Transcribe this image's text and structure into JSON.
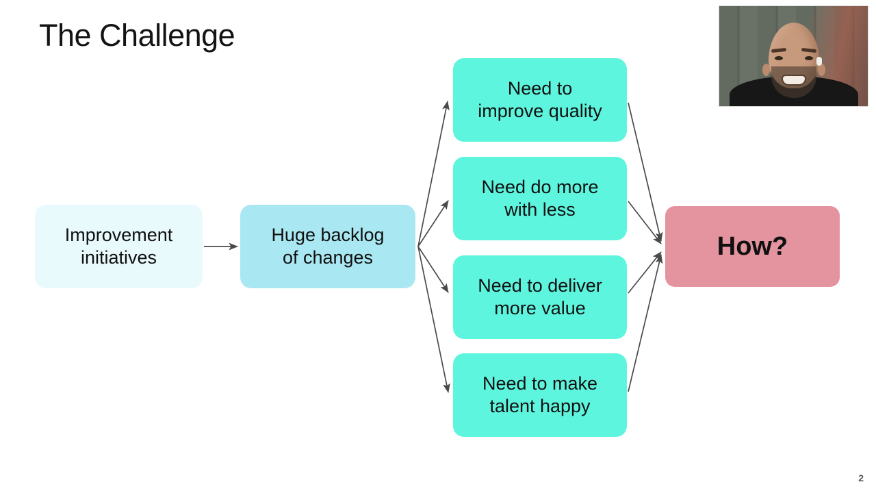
{
  "slide": {
    "title": "The Challenge",
    "page_number": "2",
    "background_color": "#ffffff"
  },
  "colors": {
    "source_box": "#e9fafc",
    "backlog_box": "#a9e8f2",
    "need_box": "#5ef5df",
    "how_box": "#e4949f",
    "arrow": "#4a4a4a",
    "text": "#101010"
  },
  "diagram": {
    "type": "flow-diagram",
    "nodes": [
      {
        "id": "source",
        "label": "Improvement\ninitiatives",
        "color": "#e9fafc"
      },
      {
        "id": "backlog",
        "label": "Huge backlog\nof changes",
        "color": "#a9e8f2"
      },
      {
        "id": "need-1",
        "label": "Need to\nimprove quality",
        "color": "#5ef5df"
      },
      {
        "id": "need-2",
        "label": "Need do more\nwith less",
        "color": "#5ef5df"
      },
      {
        "id": "need-3",
        "label": "Need to deliver\nmore value",
        "color": "#5ef5df"
      },
      {
        "id": "need-4",
        "label": "Need to make\ntalent happy",
        "color": "#5ef5df"
      },
      {
        "id": "how",
        "label": "How?",
        "color": "#e4949f"
      }
    ],
    "edges": [
      {
        "from": "source",
        "to": "backlog"
      },
      {
        "from": "backlog",
        "to": "need-1"
      },
      {
        "from": "backlog",
        "to": "need-2"
      },
      {
        "from": "backlog",
        "to": "need-3"
      },
      {
        "from": "backlog",
        "to": "need-4"
      },
      {
        "from": "need-1",
        "to": "how"
      },
      {
        "from": "need-2",
        "to": "how"
      },
      {
        "from": "need-3",
        "to": "how"
      },
      {
        "from": "need-4",
        "to": "how"
      }
    ]
  },
  "webcam": {
    "label": "presenter-video",
    "description": "presenter webcam overlay"
  }
}
